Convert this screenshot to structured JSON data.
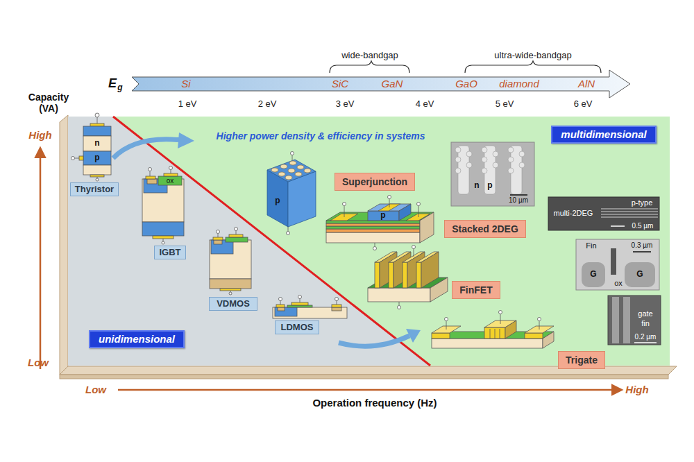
{
  "diagram": {
    "nodes": [
      {
        "text": [
          "multidimensional"
        ]
      },
      {
        "text": [
          "Superjunction"
        ]
      },
      {
        "text": [
          "Thyristor"
        ]
      },
      {
        "text": [
          "Stacked 2DEG"
        ]
      },
      {
        "text": [
          "IGBT"
        ]
      },
      {
        "text": [
          "FinFET"
        ]
      },
      {
        "text": [
          "VDMOS"
        ]
      },
      {
        "text": [
          "LDMOS"
        ]
      },
      {
        "text": [
          "unidimensional"
        ]
      },
      {
        "text": [
          "Trigate"
        ]
      }
    ],
    "labels": [
      "wide-bandgap",
      "ultra-wide-bandgap",
      "E",
      "g",
      "Si",
      "SiC",
      "GaN",
      "GaO",
      "diamond",
      "AlN",
      "1 eV",
      "2 eV",
      "3 eV",
      "4 eV",
      "5 eV",
      "6 eV",
      "Capacity (VA)",
      "High",
      "Higher power density & efficiency in systems",
      "n",
      "p",
      "ox",
      "p",
      "n",
      "p",
      "10 µm",
      "p",
      "multi-2DEG",
      "p-type",
      "0.5 µm",
      "Fin",
      "0.3 µm",
      "G",
      "ox",
      "G",
      "gate",
      "fin",
      "0.2 µm",
      "Low",
      "Low",
      "High",
      "Operation frequency (Hz)"
    ]
  }
}
